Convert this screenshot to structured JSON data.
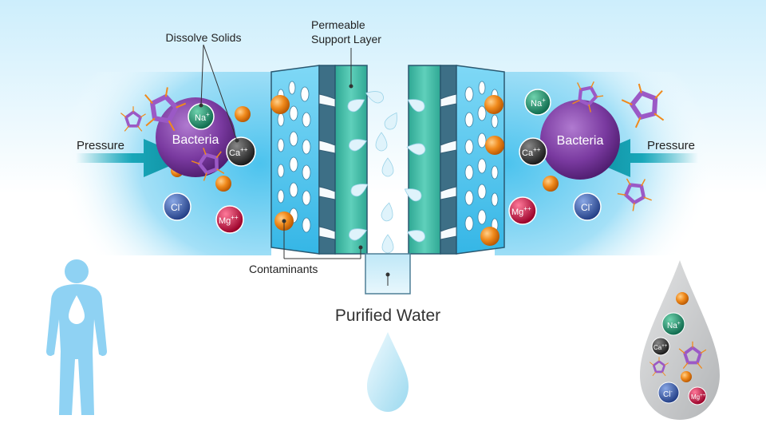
{
  "labels": {
    "dissolve_solids": "Dissolve Solids",
    "permeable_line1": "Permeable",
    "permeable_line2": "Support Layer",
    "contaminants": "Contaminants",
    "purified_water": "Purified Water",
    "pressure_left": "Pressure",
    "pressure_right": "Pressure",
    "bacteria_left": "Bacteria",
    "bacteria_right": "Bacteria"
  },
  "ions": {
    "na": "Na",
    "na_charge": "+",
    "ca": "Ca",
    "ca_charge": "++",
    "cl": "Cl",
    "cl_charge": "-",
    "mg": "Mg",
    "mg_charge": "++"
  },
  "colors": {
    "water_blue": "#5cc8ef",
    "membrane_teal": "#3bb8a2",
    "arrow_teal": "#19a7b9",
    "bacteria_purple": "#7a3aa0",
    "na_green": "#1c8f6a",
    "ca_dark": "#333333",
    "cl_blue": "#3d62b3",
    "mg_red": "#d0103d",
    "contaminant_orange": "#f08a1c",
    "drop_grey": "#c9cacb",
    "human_blue": "#8fd2f3"
  },
  "icons": {
    "human": "human-silhouette-icon",
    "drop": "water-drop-icon",
    "molecule": "molecule-icon"
  }
}
